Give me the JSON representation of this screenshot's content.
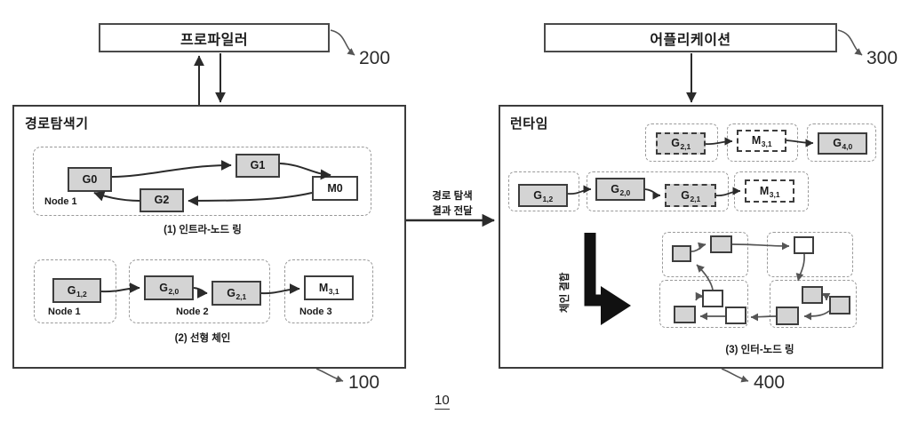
{
  "figure": {
    "number": "10"
  },
  "top": {
    "profiler": {
      "label": "프로파일러",
      "ref": "200"
    },
    "application": {
      "label": "어플리케이션",
      "ref": "300"
    }
  },
  "explorer": {
    "title": "경로탐색기",
    "ref": "100",
    "intra_ring": {
      "caption": "(1) 인트라-노드 링",
      "node_label": "Node 1",
      "boxes": [
        {
          "label": "G0",
          "fill": "gray"
        },
        {
          "label": "G1",
          "fill": "gray"
        },
        {
          "label": "M0",
          "fill": "white"
        },
        {
          "label": "G2",
          "fill": "gray"
        }
      ]
    },
    "linear_chain": {
      "caption": "(2) 선형 체인",
      "groups": [
        {
          "node_label": "Node 1",
          "boxes": [
            {
              "base": "G",
              "sub": "1,2",
              "fill": "gray"
            }
          ]
        },
        {
          "node_label": "Node 2",
          "boxes": [
            {
              "base": "G",
              "sub": "2,0",
              "fill": "gray"
            },
            {
              "base": "G",
              "sub": "2,1",
              "fill": "gray"
            }
          ]
        },
        {
          "node_label": "Node 3",
          "boxes": [
            {
              "base": "M",
              "sub": "3,1",
              "fill": "white"
            }
          ]
        }
      ]
    }
  },
  "transfer": {
    "line1": "경로 탐색",
    "line2": "결과 전달"
  },
  "runtime": {
    "title": "런타임",
    "ref": "400",
    "chain_merge_label": "체인 결합",
    "top_chain": [
      {
        "base": "G",
        "sub": "2,1",
        "fill": "gray",
        "border": "dashed"
      },
      {
        "base": "M",
        "sub": "3,1",
        "fill": "white",
        "border": "dashed"
      },
      {
        "base": "G",
        "sub": "4,0",
        "fill": "gray",
        "border": "solid"
      }
    ],
    "bottom_chain": [
      {
        "base": "G",
        "sub": "1,2",
        "fill": "gray",
        "border": "solid"
      },
      {
        "base": "G",
        "sub": "2,0",
        "fill": "gray",
        "border": "solid"
      },
      {
        "base": "G",
        "sub": "2,1",
        "fill": "gray",
        "border": "dashed"
      },
      {
        "base": "M",
        "sub": "3,1",
        "fill": "white",
        "border": "dashed"
      }
    ],
    "inter_ring": {
      "caption": "(3) 인터-노드 링"
    }
  }
}
